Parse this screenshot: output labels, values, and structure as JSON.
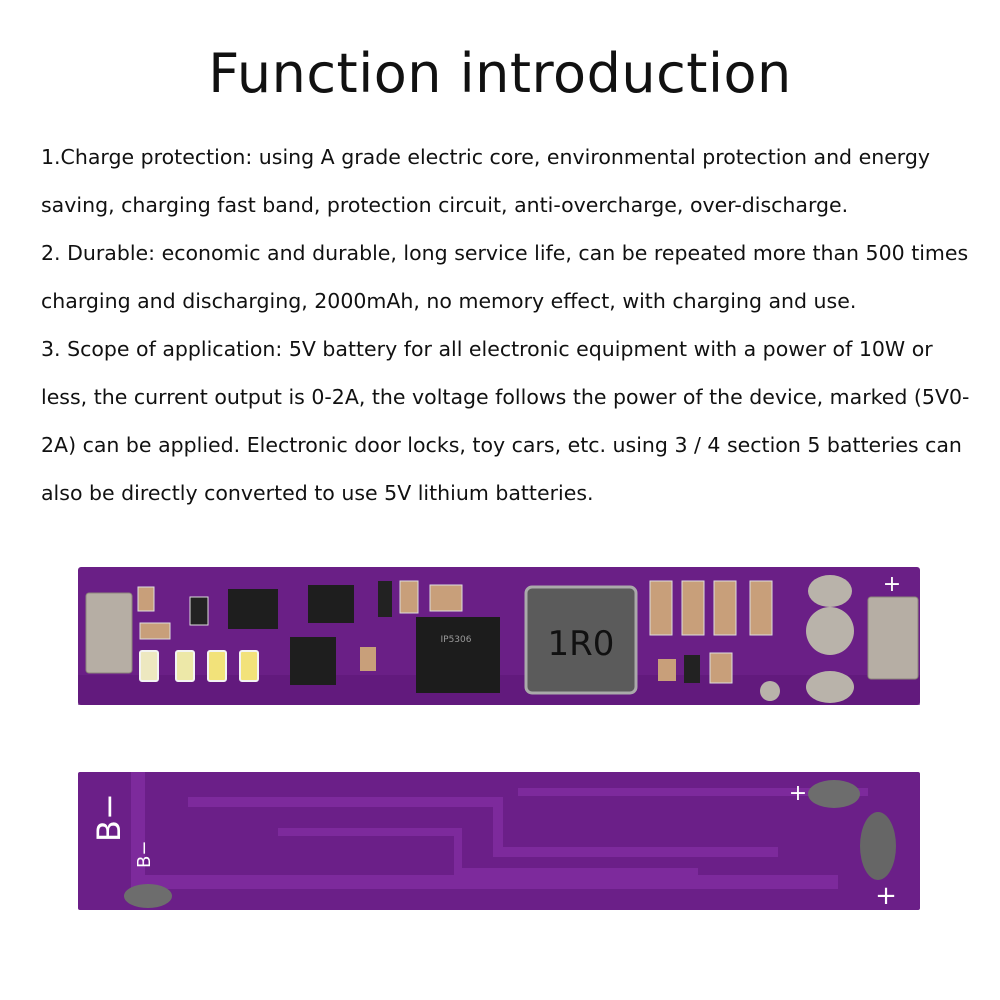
{
  "title": "Function introduction",
  "paragraphs": [
    "1.Charge protection: using A grade electric core, environmental protection and energy saving, charging fast band, protection circuit, anti-overcharge, over-discharge.",
    "2. Durable: economic and durable, long service life, can be repeated more than 500 times charging and discharging, 2000mAh, no memory effect, with charging and use.",
    "3. Scope of application: 5V battery for all electronic equipment with a power of 10W or less, the current output is 0-2A, the voltage follows the power of the device, marked (5V0-2A) can be applied. Electronic door locks, toy cars, etc. using 3 / 4 section 5 batteries can also be directly converted to use 5V lithium batteries."
  ],
  "board_top": {
    "inductor_label": "1R0",
    "chip_label": "IP5306",
    "plus_label": "+",
    "colors": {
      "pcb": "#6a1f86",
      "pcb_dark": "#4e1466",
      "pad": "#b9b3aa",
      "chip": "#1c1c1c"
    }
  },
  "board_bottom": {
    "b_minus_large": "B−",
    "b_minus_small": "B−",
    "plus_label": "+",
    "colors": {
      "pcb": "#6b1f88",
      "trace": "#7d2a9c"
    }
  }
}
